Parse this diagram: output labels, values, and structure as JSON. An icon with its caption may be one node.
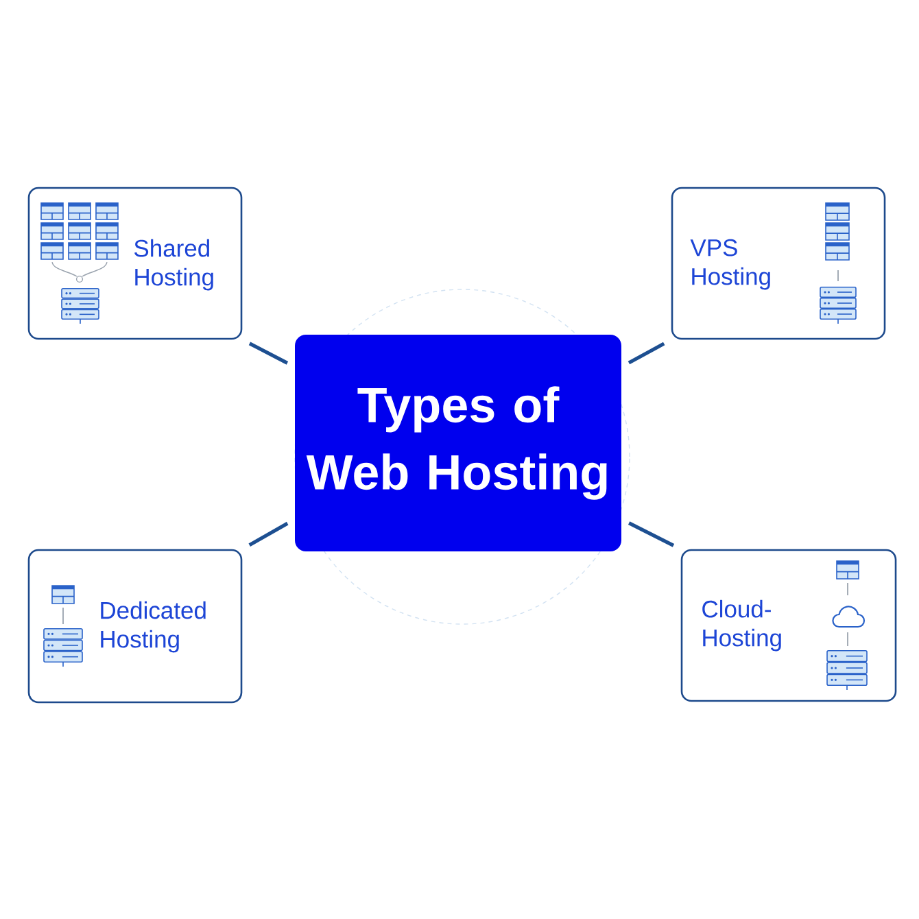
{
  "diagram": {
    "nodes": [
      {
        "text": [
          "Types of Web Hosting"
        ]
      },
      {
        "text": [
          "Shared Hosting"
        ]
      },
      {
        "text": [
          "VPS Hosting"
        ]
      },
      {
        "text": [
          "Dedicated Hosting"
        ]
      },
      {
        "text": [
          "Cloud-Hosting"
        ]
      }
    ],
    "edges": [
      {
        "from": 0,
        "to": 1,
        "arrow": "none"
      },
      {
        "from": 0,
        "to": 2,
        "arrow": "none"
      },
      {
        "from": 0,
        "to": 3,
        "arrow": "none"
      },
      {
        "from": 0,
        "to": 4,
        "arrow": "none"
      }
    ]
  }
}
